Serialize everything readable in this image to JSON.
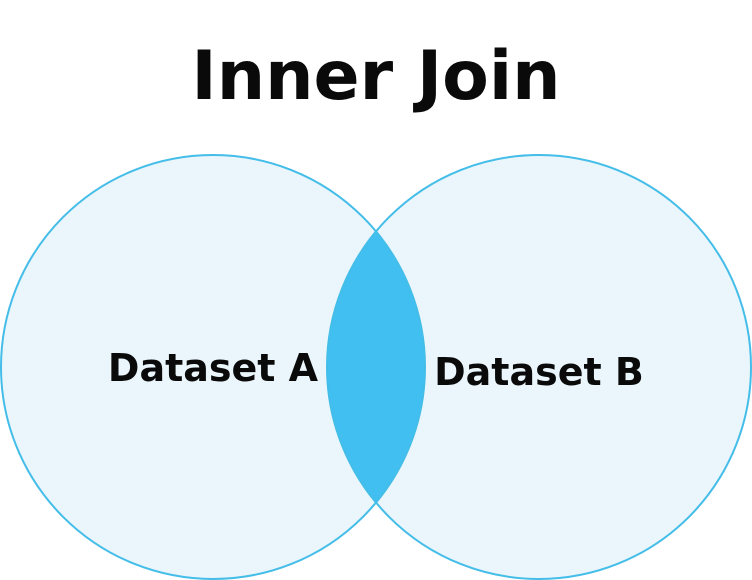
{
  "title": "Inner Join",
  "sets": [
    {
      "label": "Dataset A"
    },
    {
      "label": "Dataset B"
    }
  ],
  "colors": {
    "circle_fill": "#eaf6fc",
    "circle_stroke": "#44bde8",
    "intersection_fill": "#41bff0",
    "text": "#0a0a0a"
  }
}
